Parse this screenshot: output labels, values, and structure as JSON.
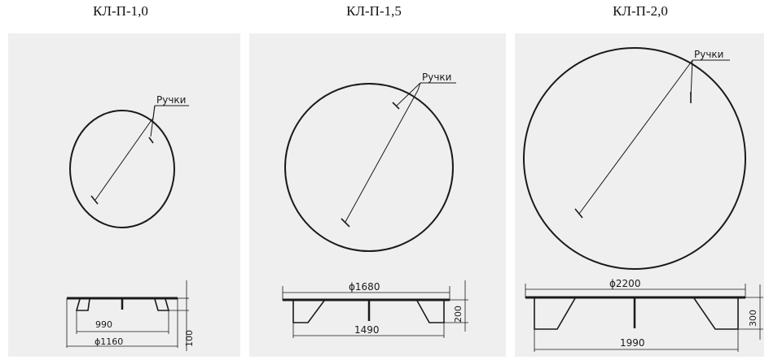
{
  "panels": [
    {
      "title": "КЛ-П-1,0",
      "handles_label": "Ручки",
      "top_diameter": "ϕ1160",
      "bottom_width": "990",
      "height": "100"
    },
    {
      "title": "КЛ-П-1,5",
      "handles_label": "Ручки",
      "top_diameter": "ϕ1680",
      "bottom_width": "1490",
      "height": "200"
    },
    {
      "title": "КЛ-П-2,0",
      "handles_label": "Ручки",
      "top_diameter": "ϕ2200",
      "bottom_width": "1990",
      "height": "300"
    }
  ]
}
